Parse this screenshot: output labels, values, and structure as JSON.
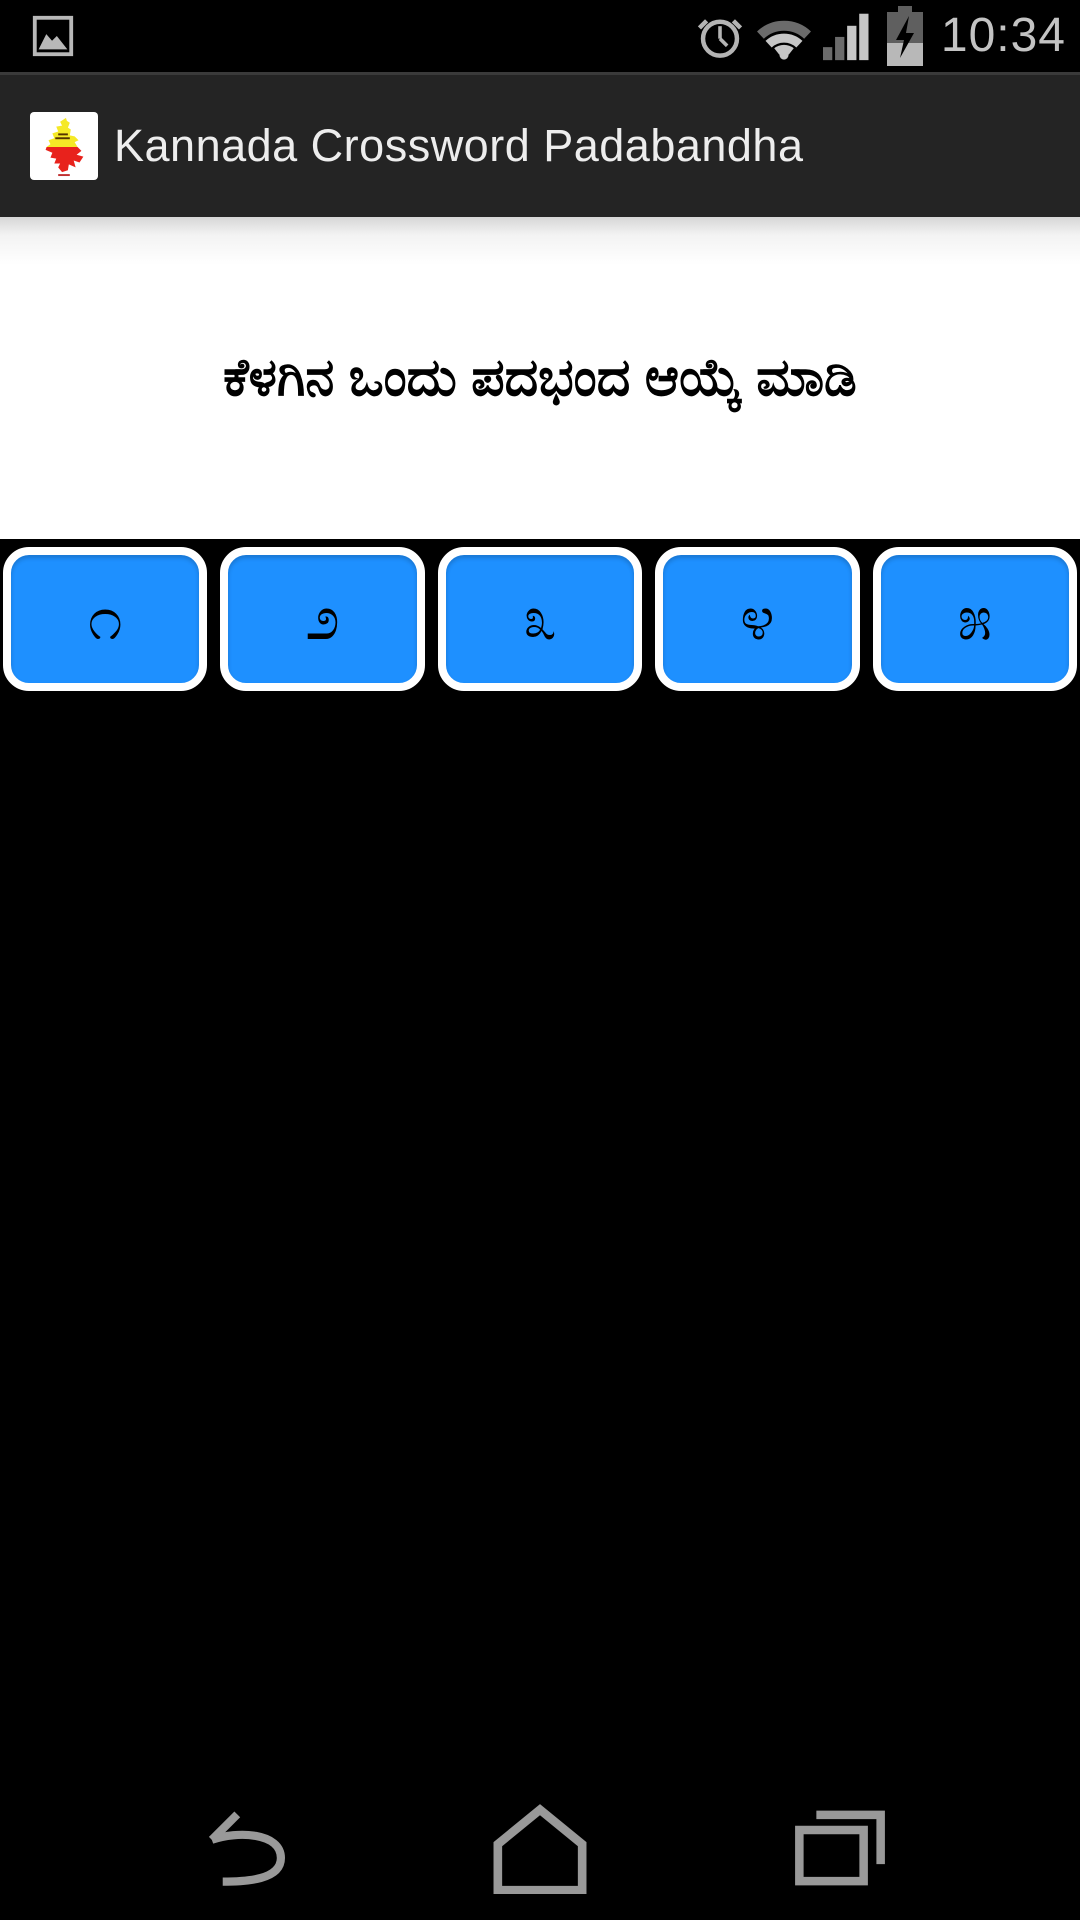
{
  "status_bar": {
    "time": "10:34",
    "icons": [
      "screenshot-notification",
      "alarm",
      "wifi",
      "signal-strength",
      "battery-charging"
    ]
  },
  "action_bar": {
    "title": "Kannada Crossword Padabandha",
    "logo": "karnataka-map-logo"
  },
  "content": {
    "instruction": "ಕೆಳಗಿನ ಒಂದು ಪದಭಂದ ಆಯ್ಕೆ ಮಾಡಿ",
    "puzzle_buttons": [
      {
        "label": "೧",
        "value": 1
      },
      {
        "label": "೨",
        "value": 2
      },
      {
        "label": "೩",
        "value": 3
      },
      {
        "label": "೪",
        "value": 4
      },
      {
        "label": "೫",
        "value": 5
      }
    ]
  },
  "nav_bar": {
    "icons": [
      "back",
      "home",
      "recents"
    ]
  },
  "colors": {
    "background": "#000000",
    "action_bar_bg": "#242424",
    "button_blue": "#1E90FF",
    "button_border": "#FFFFFF",
    "status_icon_gray": "#BBBBBB",
    "nav_icon_gray": "#999999",
    "logo_yellow": "#F5E926",
    "logo_red": "#E8221C"
  }
}
